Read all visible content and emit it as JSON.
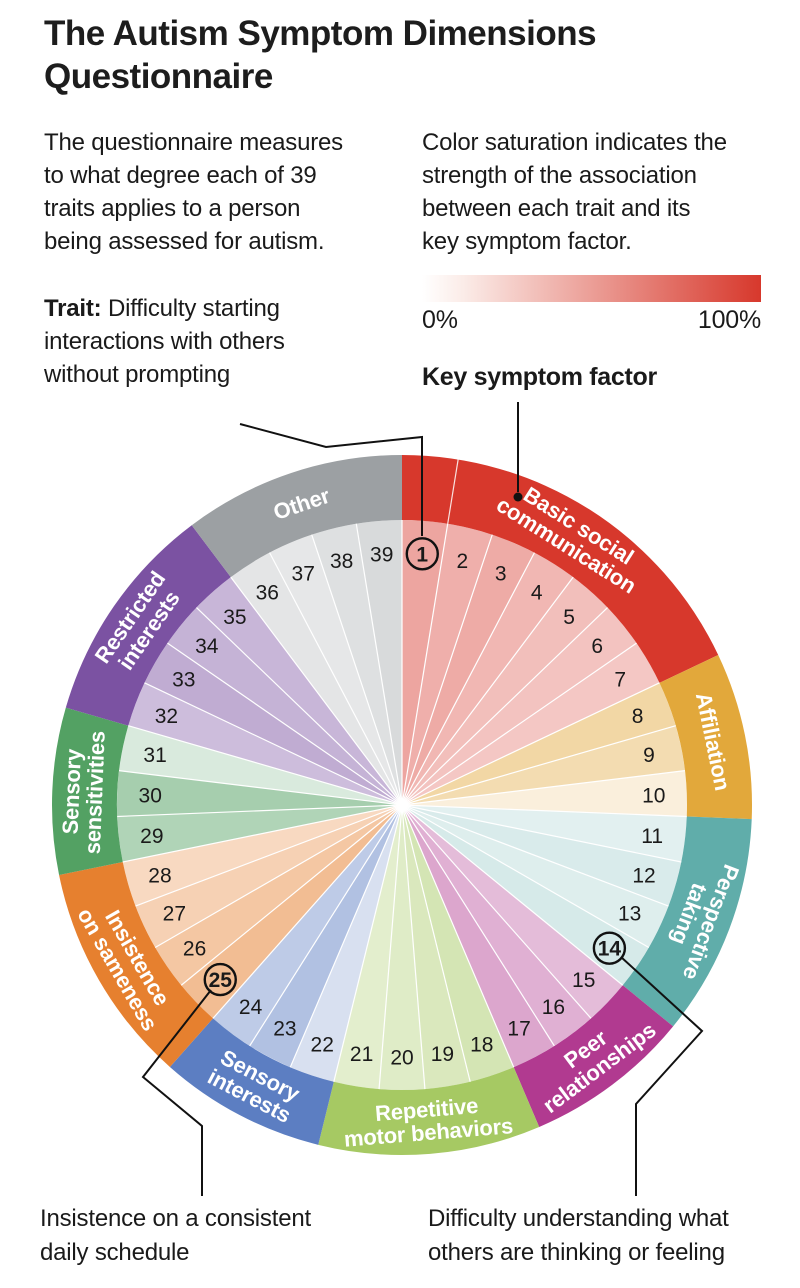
{
  "title": {
    "line1": "The Autism Symptom Dimensions",
    "line2": "Questionnaire"
  },
  "intro": {
    "lines": [
      "The questionnaire measures",
      "to what degree each of 39",
      "traits applies to a person",
      "being assessed for autism."
    ]
  },
  "legend": {
    "lines": [
      "Color saturation indicates the",
      "strength of the association",
      "between each trait and its",
      "key symptom factor."
    ],
    "min_label": "0%",
    "max_label": "100%",
    "gradient_color": "#d7382c"
  },
  "trait_callout": {
    "bold_label": "Trait:",
    "line1_rest": " Difficulty starting",
    "line2": "interactions with others",
    "line3": "without prompting",
    "points_to_item": 1
  },
  "key_factor_label": "Key symptom factor",
  "callouts": {
    "bottom_left": {
      "points_to_item": 25,
      "lines": [
        "Insistence on a consistent",
        "daily schedule"
      ]
    },
    "bottom_right": {
      "points_to_item": 14,
      "lines": [
        "Difficulty understanding what",
        "others are thinking or feeling"
      ]
    }
  },
  "colors": {
    "text": "#1a1a1a",
    "accent_red": "#d7382c",
    "leader_line": "#111111"
  },
  "chart_data": {
    "type": "pie",
    "subtype": "radial-trait-wheel",
    "description": "39 questionnaire traits arranged clockwise around a wheel; outer band color = key symptom factor; inner wedge saturation = strength of association between trait and factor (0%-100%).",
    "items_total": 39,
    "legend_range": [
      0,
      100
    ],
    "highlighted_items": [
      1,
      14,
      25
    ],
    "categories": [
      {
        "name": "Basic social communication",
        "label_lines": [
          "Basic social",
          "communication"
        ],
        "color": "#d7382c",
        "items": [
          1,
          2,
          3,
          4,
          5,
          6,
          7
        ],
        "strengths": [
          0.45,
          0.4,
          0.42,
          0.36,
          0.32,
          0.3,
          0.28
        ]
      },
      {
        "name": "Affiliation",
        "label_lines": [
          "Affiliation"
        ],
        "color": "#e2a83b",
        "items": [
          8,
          9,
          10
        ],
        "strengths": [
          0.46,
          0.4,
          0.18
        ]
      },
      {
        "name": "Perspective taking",
        "label_lines": [
          "Perspective",
          "taking"
        ],
        "color": "#60adaa",
        "items": [
          11,
          12,
          13,
          14
        ],
        "strengths": [
          0.18,
          0.24,
          0.21,
          0.26
        ]
      },
      {
        "name": "Peer relationships",
        "label_lines": [
          "Peer",
          "relationships"
        ],
        "color": "#b13a90",
        "items": [
          15,
          16,
          17
        ],
        "strengths": [
          0.34,
          0.4,
          0.45
        ]
      },
      {
        "name": "Repetitive motor behaviors",
        "label_lines": [
          "Repetitive",
          "motor behaviors"
        ],
        "color": "#a6c963",
        "items": [
          18,
          19,
          20,
          21
        ],
        "strengths": [
          0.48,
          0.42,
          0.36,
          0.32
        ]
      },
      {
        "name": "Sensory interests",
        "label_lines": [
          "Sensory",
          "interests"
        ],
        "color": "#5c7ec2",
        "items": [
          22,
          23,
          24
        ],
        "strengths": [
          0.24,
          0.48,
          0.4
        ]
      },
      {
        "name": "Insistence on sameness",
        "label_lines": [
          "Insistence",
          "on sameness"
        ],
        "color": "#e6802f",
        "items": [
          25,
          26,
          27,
          28
        ],
        "strengths": [
          0.52,
          0.44,
          0.36,
          0.3
        ]
      },
      {
        "name": "Sensory sensitivities",
        "label_lines": [
          "Sensory",
          "sensitivities"
        ],
        "color": "#53a163",
        "items": [
          29,
          30,
          31
        ],
        "strengths": [
          0.46,
          0.52,
          0.22
        ]
      },
      {
        "name": "Restricted interests",
        "label_lines": [
          "Restricted",
          "interests"
        ],
        "color": "#7b52a2",
        "items": [
          32,
          33,
          34,
          35
        ],
        "strengths": [
          0.38,
          0.48,
          0.44,
          0.42
        ]
      },
      {
        "name": "Other",
        "label_lines": [
          "Other"
        ],
        "color": "#9ca0a3",
        "items": [
          36,
          37,
          38,
          39
        ],
        "strengths": [
          0.27,
          0.25,
          0.33,
          0.39
        ]
      }
    ]
  }
}
